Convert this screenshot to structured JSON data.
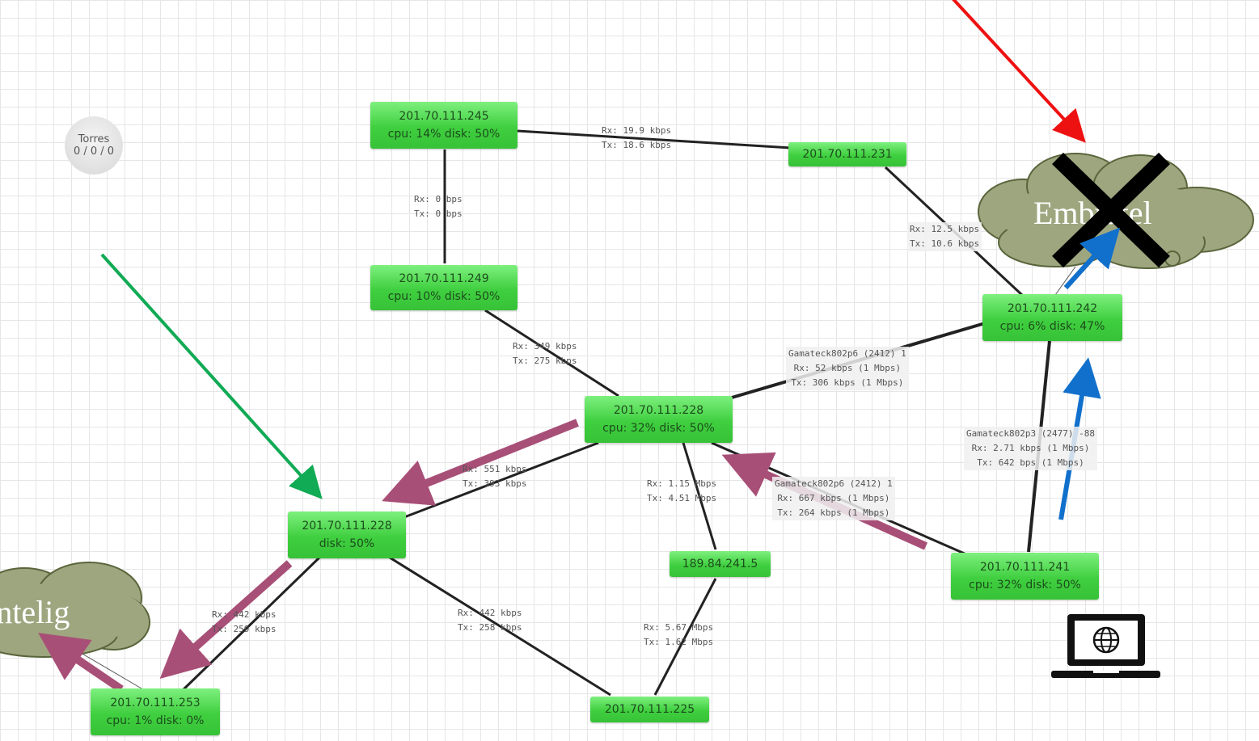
{
  "torres": {
    "title": "Torres",
    "counts": "0 / 0 / 0"
  },
  "nodes": {
    "n245": {
      "ip": "201.70.111.245",
      "stats": "cpu: 14% disk: 50%"
    },
    "n231": {
      "ip": "201.70.111.231"
    },
    "n249": {
      "ip": "201.70.111.249",
      "stats": "cpu: 10% disk: 50%"
    },
    "n242": {
      "ip": "201.70.111.242",
      "stats": "cpu: 6% disk: 47%"
    },
    "n228a": {
      "ip": "201.70.111.228",
      "stats": "cpu: 32% disk: 50%"
    },
    "n228b": {
      "ip": "201.70.111.228",
      "stats": "disk: 50%"
    },
    "n241": {
      "ip": "201.70.111.241",
      "stats": "cpu: 32% disk: 50%"
    },
    "n189": {
      "ip": "189.84.241.5"
    },
    "n253": {
      "ip": "201.70.111.253",
      "stats": "cpu: 1% disk: 0%"
    },
    "n225": {
      "ip": "201.70.111.225"
    }
  },
  "links": {
    "l245_231": {
      "rx": "Rx: 19.9 kbps",
      "tx": "Tx: 18.6 kbps"
    },
    "l245_249": {
      "rx": "Rx: 0 bps",
      "tx": "Tx: 0 bps"
    },
    "l231_242": {
      "rx": "Rx: 12.5 kbps",
      "tx": "Tx: 10.6 kbps"
    },
    "l249_228": {
      "rx": "Rx: 349 kbps",
      "tx": "Tx: 275 kbps"
    },
    "l228_242": {
      "name": "Gamateck802p6 (2412) 1",
      "rx": "Rx: 52 kbps (1 Mbps)",
      "tx": "Tx: 306 kbps (1 Mbps)"
    },
    "l242_241": {
      "name": "Gamateck802p3 (2477) -88",
      "rx": "Rx: 2.71 kbps (1 Mbps)",
      "tx": "Tx: 642 bps (1 Mbps)"
    },
    "l228_228b": {
      "rx": "Rx: 551 kbps",
      "tx": "Tx: 393 kbps"
    },
    "l228_189": {
      "rx": "Rx: 1.15 Mbps",
      "tx": "Tx: 4.51 Mbps"
    },
    "l228_241": {
      "name": "Gamateck802p6 (2412) 1",
      "rx": "Rx: 667 kbps (1 Mbps)",
      "tx": "Tx: 264 kbps (1 Mbps)"
    },
    "l228b_253": {
      "rx": "Rx: 442 kbps",
      "tx": "Tx: 259 kbps"
    },
    "l228b_225": {
      "rx": "Rx: 442 kbps",
      "tx": "Tx: 258 kbps"
    },
    "l189_225": {
      "rx": "Rx: 5.67 Mbps",
      "tx": "Tx: 1.62 Mbps"
    }
  },
  "clouds": {
    "embratel": "Embratel",
    "intelig": "Intelig"
  },
  "colors": {
    "node_green": "#3fcf3f",
    "red_arrow": "#ee1111",
    "green_arrow": "#11aa55",
    "blue_arrow": "#1170cc",
    "mauve_arrow": "#a84f77",
    "cloud_fill": "#9ea67f",
    "cloud_stroke": "#59653b"
  },
  "icons": [
    "laptop-globe-icon",
    "cross-out-icon",
    "cloud-icon"
  ]
}
